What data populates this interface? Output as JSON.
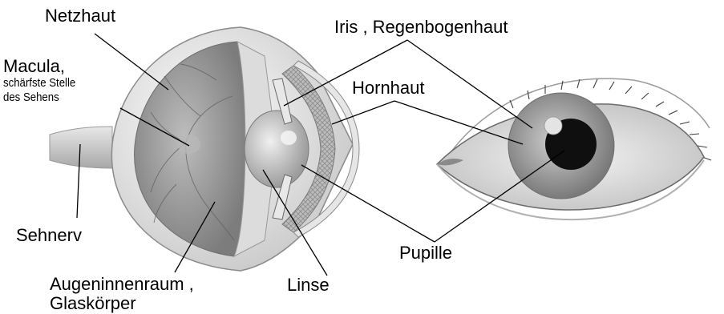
{
  "labels": {
    "netzhaut": "Netzhaut",
    "macula_line1": "Macula,",
    "macula_line2": "schärfste Stelle",
    "macula_line3": "des Sehens",
    "iris": "Iris , Regenbogenhaut",
    "hornhaut": "Hornhaut",
    "sehnerv": "Sehnerv",
    "augeninnenraum_line1": "Augeninnenraum ,",
    "augeninnenraum_line2": "Glaskörper",
    "linse": "Linse",
    "pupille": "Pupille"
  },
  "icons": {
    "cross_section": "eye-cross-section-illustration",
    "external_eye": "external-eye-illustration"
  },
  "colors": {
    "background": "#ffffff",
    "leader_lines": "#000000",
    "illustration_gray": "#9a9a9a"
  }
}
